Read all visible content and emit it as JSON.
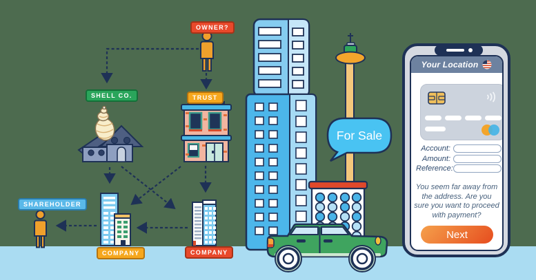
{
  "diagram": {
    "owner_label": "OWNER?",
    "shell_co_label": "SHELL CO.",
    "trust_label": "TRUST",
    "shareholder_label": "SHAREHOLDER",
    "company_left_label": "COMPANY",
    "company_right_label": "COMPANY",
    "for_sale_label": "For Sale",
    "connections": [
      {
        "from": "OWNER?",
        "to": "SHELL CO."
      },
      {
        "from": "OWNER?",
        "to": "TRUST"
      },
      {
        "from": "SHELL CO.",
        "to": "COMPANY (left)"
      },
      {
        "from": "SHELL CO.",
        "to": "COMPANY (right)"
      },
      {
        "from": "TRUST",
        "to": "COMPANY (left)"
      },
      {
        "from": "TRUST",
        "to": "COMPANY (right)"
      },
      {
        "from": "COMPANY (right)",
        "to": "COMPANY (left)"
      },
      {
        "from": "COMPANY (left)",
        "to": "SHAREHOLDER"
      }
    ]
  },
  "phone": {
    "header_title": "Your Location",
    "flag_icon": "us-flag",
    "card_icons": [
      "chip",
      "contactless",
      "mastercard"
    ],
    "fields": [
      {
        "label": "Account:",
        "value": ""
      },
      {
        "label": "Amount:",
        "value": ""
      },
      {
        "label": "Reference:",
        "value": ""
      }
    ],
    "warning_text": "You seem far away from the address. Are you sure you want to proceed with payment?",
    "next_button": "Next"
  },
  "colors": {
    "background": "#4d6b4f",
    "ground": "#aadcf2",
    "outline_navy": "#1e3156",
    "owner_red": "#e8492b",
    "shell_green": "#2aa55b",
    "trust_orange": "#f6a71d",
    "shareholder_blue": "#5ab9e9",
    "person_orange": "#f0a02c",
    "bubble_blue": "#49c3f2",
    "car_green": "#3fa45f",
    "next_gradient": [
      "#f5a04b",
      "#e64d1f"
    ]
  }
}
